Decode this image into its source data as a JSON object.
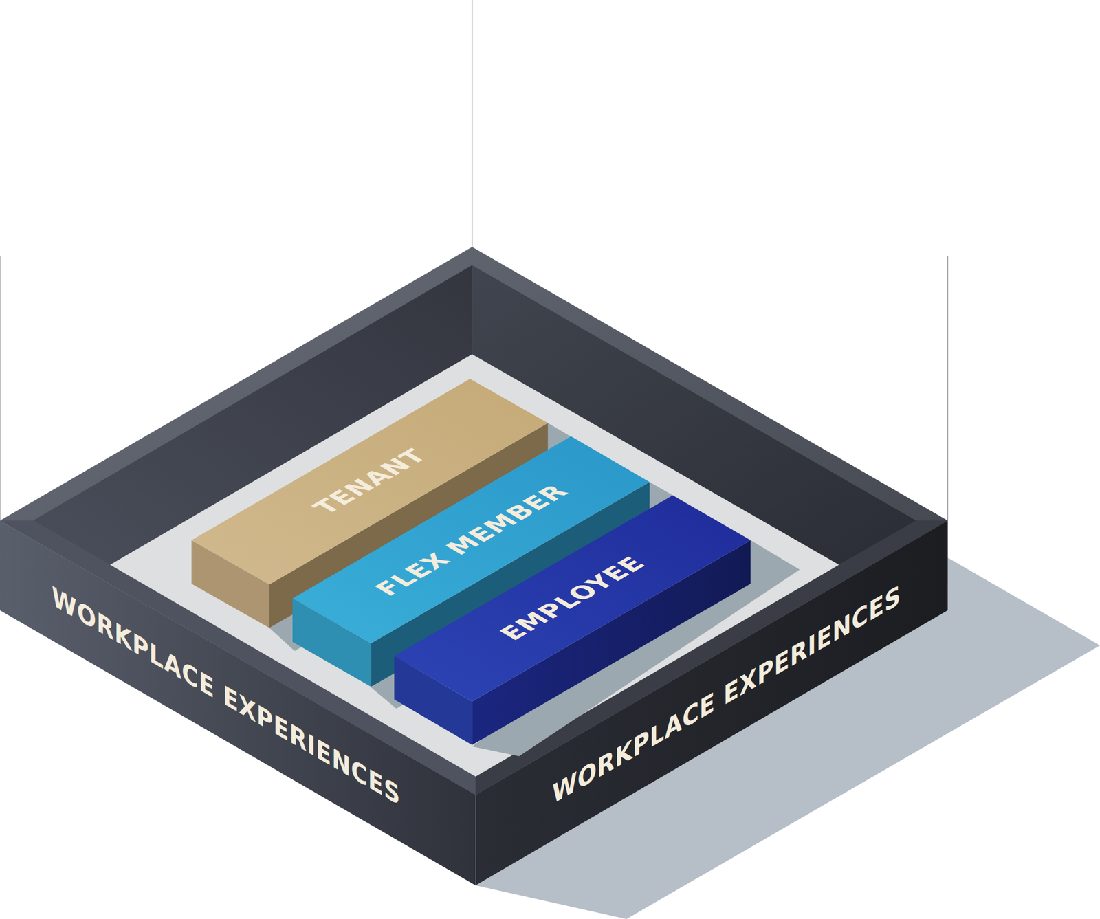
{
  "diagram": {
    "nodes": [
      {
        "text": [
          "WORKPLACE EXPERIENCES",
          "WORKPLACE EXPERIENCES"
        ]
      },
      {
        "text": [
          "TENANT"
        ],
        "in": 0
      },
      {
        "text": [
          "FLEX MEMBER"
        ],
        "in": 0
      },
      {
        "text": [
          "EMPLOYEE"
        ],
        "in": 0
      }
    ]
  }
}
